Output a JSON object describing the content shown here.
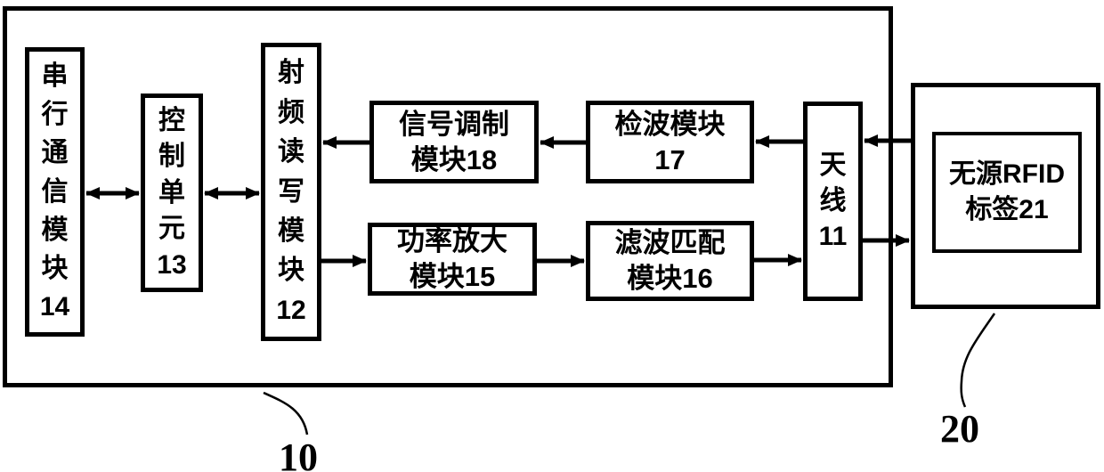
{
  "colors": {
    "line": "#000000",
    "background": "#ffffff",
    "text": "#000000"
  },
  "diagram": {
    "reader": {
      "ref_label": "10",
      "modules": {
        "serial_comm": {
          "label": "串行通信模块14",
          "orientation": "vertical"
        },
        "control_unit": {
          "label": "控制单元13",
          "orientation": "vertical"
        },
        "rf_readwrite": {
          "label": "射频读写模块12",
          "orientation": "vertical"
        },
        "signal_modulation": {
          "lines": [
            "信号调制",
            "模块18"
          ],
          "orientation": "horizontal"
        },
        "detection": {
          "lines": [
            "检波模块",
            "17"
          ],
          "orientation": "horizontal"
        },
        "power_amplifier": {
          "lines": [
            "功率放大",
            "模块15"
          ],
          "orientation": "horizontal"
        },
        "filter_matching": {
          "lines": [
            "滤波匹配",
            "模块16"
          ],
          "orientation": "horizontal"
        },
        "antenna": {
          "label": "天线11",
          "orientation": "vertical"
        }
      }
    },
    "tag": {
      "ref_label": "20",
      "inner": {
        "lines": [
          "无源RFID",
          "标签21"
        ]
      }
    },
    "connections": [
      {
        "from": "串行通信模块14",
        "to": "控制单元13",
        "type": "bidirectional"
      },
      {
        "from": "控制单元13",
        "to": "射频读写模块12",
        "type": "bidirectional"
      },
      {
        "from": "信号调制模块18",
        "to": "射频读写模块12",
        "type": "directed"
      },
      {
        "from": "检波模块17",
        "to": "信号调制模块18",
        "type": "directed"
      },
      {
        "from": "天线11",
        "to": "检波模块17",
        "type": "directed"
      },
      {
        "from": "无源RFID标签21",
        "to": "天线11",
        "type": "directed"
      },
      {
        "from": "射频读写模块12",
        "to": "功率放大模块15",
        "type": "directed"
      },
      {
        "from": "功率放大模块15",
        "to": "滤波匹配模块16",
        "type": "directed"
      },
      {
        "from": "滤波匹配模块16",
        "to": "天线11",
        "type": "directed"
      },
      {
        "from": "天线11",
        "to": "无源RFID标签21",
        "type": "directed"
      }
    ]
  }
}
